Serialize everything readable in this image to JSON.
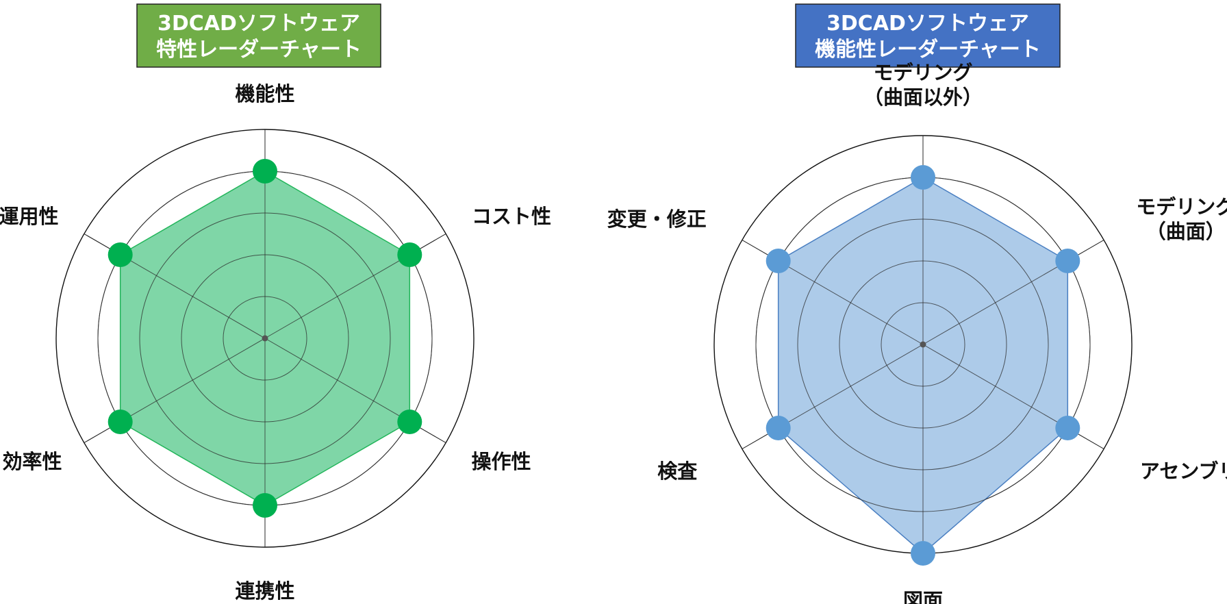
{
  "chart_data": [
    {
      "type": "radar",
      "title": [
        "3DCADソフトウェア",
        "特性レーダーチャート"
      ],
      "title_bg": "#70ad47",
      "fill_color": "#7fd6a7",
      "stroke_color": "#22b55a",
      "marker_color": "#00b050",
      "rmax": 5,
      "rings": [
        1,
        2,
        3,
        4,
        5
      ],
      "categories": [
        [
          "機能性"
        ],
        [
          "コスト性"
        ],
        [
          "操作性"
        ],
        [
          "連携性"
        ],
        [
          "効率性"
        ],
        [
          "運用性"
        ]
      ],
      "values": [
        4,
        4,
        4,
        4,
        4,
        4
      ]
    },
    {
      "type": "radar",
      "title": [
        "3DCADソフトウェア",
        "機能性レーダーチャート"
      ],
      "title_bg": "#4472c4",
      "fill_color": "#adcbe9",
      "stroke_color": "#4a7fc1",
      "marker_color": "#5b9bd5",
      "rmax": 5,
      "rings": [
        1,
        2,
        3,
        4,
        5
      ],
      "categories": [
        [
          "モデリング",
          "（曲面以外）"
        ],
        [
          "モデリング",
          "（曲面）"
        ],
        [
          "アセンブリ"
        ],
        [
          "図面"
        ],
        [
          "検査"
        ],
        [
          "変更・修正"
        ]
      ],
      "values": [
        4,
        4,
        4,
        5,
        4,
        4
      ]
    }
  ]
}
